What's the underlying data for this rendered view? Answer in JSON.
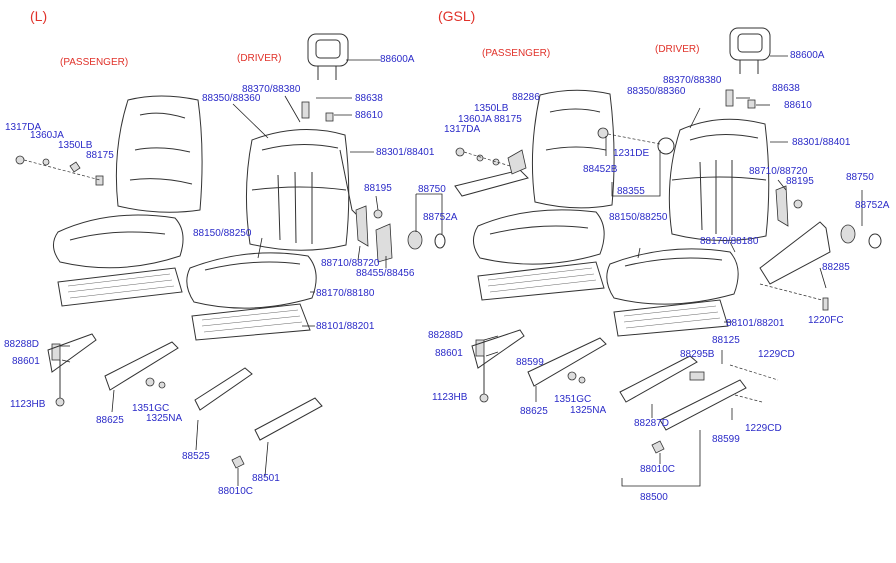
{
  "sections": {
    "left": {
      "title": "(L)",
      "passenger": "(PASSENGER)",
      "driver": "(DRIVER)"
    },
    "right": {
      "title": "(GSL)",
      "passenger": "(PASSENGER)",
      "driver": "(DRIVER)"
    }
  },
  "left_parts": {
    "p88600A": "88600A",
    "p88370": "88370/88380",
    "p88350": "88350/88360",
    "p88638": "88638",
    "p88610": "88610",
    "p88301": "88301/88401",
    "p1317DA": "1317DA",
    "p1360JA": "1360JA",
    "p1350LB": "1350LB",
    "p88175": "88175",
    "p88195": "88195",
    "p88750": "88750",
    "p88752A": "88752A",
    "p88150": "88150/88250",
    "p88710": "88710/88720",
    "p88455": "88455/88456",
    "p88170": "88170/88180",
    "p88101": "88101/88201",
    "p88288D": "88288D",
    "p88601": "88601",
    "p1123HB": "1123HB",
    "p88625": "88625",
    "p1351GC": "1351GC",
    "p1325NA": "1325NA",
    "p88525": "88525",
    "p88501": "88501",
    "p88010C": "88010C"
  },
  "right_parts": {
    "p88600A": "88600A",
    "p88286": "88286",
    "p1350LB": "1350LB",
    "p1360JA": "1360JA",
    "p88175": "88175",
    "p1317DA": "1317DA",
    "p88370": "88370/88380",
    "p88350": "88350/88360",
    "p88638": "88638",
    "p88610": "88610",
    "p88301": "88301/88401",
    "p1231DE": "1231DE",
    "p88452B": "88452B",
    "p88355": "88355",
    "p88710": "88710/88720",
    "p88195": "88195",
    "p88750": "88750",
    "p88752A": "88752A",
    "p88150": "88150/88250",
    "p88170": "88170/88180",
    "p88285": "88285",
    "p1220FC": "1220FC",
    "p88101": "88101/88201",
    "p88288D": "88288D",
    "p88601": "88601",
    "p88599a": "88599",
    "p1123HB": "1123HB",
    "p88625": "88625",
    "p1351GC": "1351GC",
    "p1325NA": "1325NA",
    "p88125": "88125",
    "p88295B": "88295B",
    "p1229CDa": "1229CD",
    "p88287D": "88287D",
    "p88599b": "88599",
    "p1229CDb": "1229CD",
    "p88010C": "88010C",
    "p88500": "88500"
  },
  "colors": {
    "label": "#2b2bc8",
    "heading": "#e0322a",
    "line": "#333333"
  }
}
